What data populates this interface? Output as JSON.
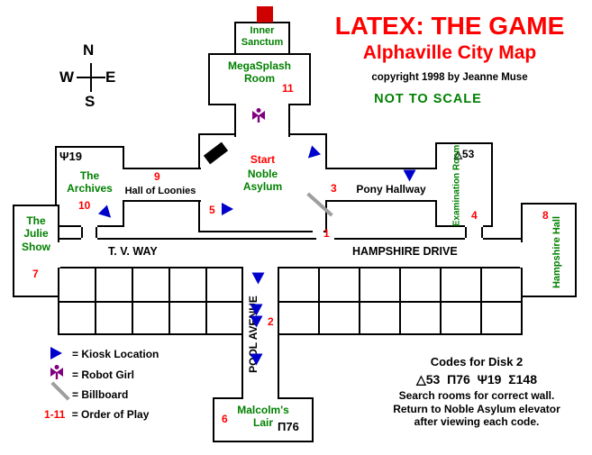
{
  "title": {
    "main": "LATEX: THE GAME",
    "subtitle": "Alphaville City Map",
    "copyright": "copyright 1998 by Jeanne Muse",
    "scale_note": "NOT TO SCALE"
  },
  "compass": {
    "north": "N",
    "west": "W",
    "east": "E",
    "south": "S"
  },
  "rooms": {
    "inner_sanctum": {
      "name": "Inner Sanctum"
    },
    "megasplash": {
      "name": "MegaSplash Room",
      "order": "11"
    },
    "noble_asylum": {
      "start_label": "Start",
      "name": "Noble Asylum",
      "order_markers": {
        "west": "5",
        "south": "1"
      }
    },
    "hall_of_loonies": {
      "name": "Hall of Loonies",
      "order": "9"
    },
    "archives": {
      "wall_code": "Ψ19",
      "name": "The Archives",
      "order": "10"
    },
    "julie_show": {
      "name": "The Julie Show",
      "order": "7"
    },
    "pony_hallway": {
      "name": "Pony Hallway",
      "order": "3"
    },
    "examination_room": {
      "wall_code": "△53",
      "name": "Examination Room",
      "order": "4"
    },
    "hampshire_hall": {
      "name": "Hampshire Hall",
      "order": "8"
    },
    "pool_avenue": {
      "name": "POOL AVENUE",
      "order": "2"
    },
    "malcolms_lair": {
      "name": "Malcolm's Lair",
      "order": "6",
      "wall_code": "Π76"
    }
  },
  "streets": {
    "tv_way": "T. V. WAY",
    "hampshire_drive": "HAMPSHIRE DRIVE"
  },
  "legend": {
    "kiosk_label": "= Kiosk Location",
    "robot_girl_label": "= Robot Girl",
    "billboard_label": "= Billboard",
    "order_range": "1-11",
    "order_label": "= Order of Play"
  },
  "codes": {
    "heading": "Codes for Disk 2",
    "code_line": "△53  Π76  Ψ19  Σ148",
    "note_line1": "Search rooms for correct wall.",
    "note_line2": "Return to Noble Asylum elevator",
    "note_line3": "after viewing each code."
  },
  "colors": {
    "title_red": "#ff0000",
    "room_green": "#008000",
    "kiosk_blue": "#0000cc",
    "robot_purple": "#800080",
    "billboard_gray": "#9e9e9e"
  }
}
